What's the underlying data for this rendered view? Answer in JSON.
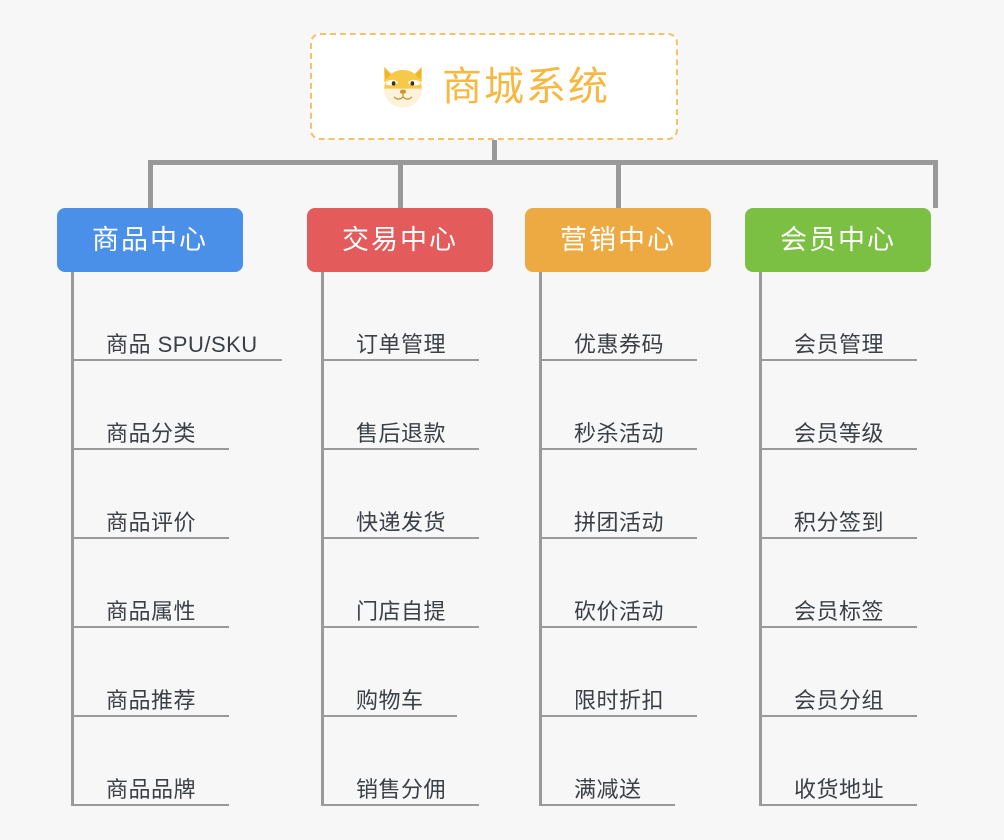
{
  "diagram": {
    "background_color": "#f7f7f7",
    "connector_color": "#999999",
    "root": {
      "title": "商城系统",
      "icon": "shiba-dog-icon",
      "text_color": "#f5b942",
      "border_color": "#f3c26b",
      "fill_color": "#ffffff"
    },
    "categories": [
      {
        "label": "商品中心",
        "color": "#4a90e8",
        "items": [
          "商品 SPU/SKU",
          "商品分类",
          "商品评价",
          "商品属性",
          "商品推荐",
          "商品品牌"
        ]
      },
      {
        "label": "交易中心",
        "color": "#e35b5b",
        "items": [
          "订单管理",
          "售后退款",
          "快递发货",
          "门店自提",
          "购物车",
          "销售分佣"
        ]
      },
      {
        "label": "营销中心",
        "color": "#eeaa42",
        "items": [
          "优惠券码",
          "秒杀活动",
          "拼团活动",
          "砍价活动",
          "限时折扣",
          "满减送"
        ]
      },
      {
        "label": "会员中心",
        "color": "#7bc043",
        "items": [
          "会员管理",
          "会员等级",
          "积分签到",
          "会员标签",
          "会员分组",
          "收货地址"
        ]
      }
    ]
  }
}
